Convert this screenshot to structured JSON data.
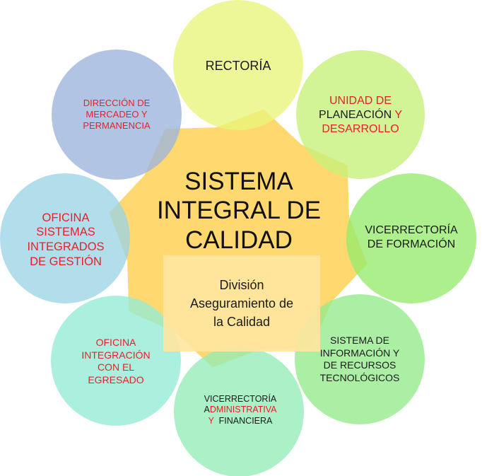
{
  "center": {
    "title_lines": [
      "SISTEMA",
      "INTEGRAL DE",
      "CALIDAD"
    ],
    "fill": "#ffd870"
  },
  "division": {
    "lines": [
      "División",
      "Aseguramiento de",
      "la Calidad"
    ],
    "fill": "#ffe6a0"
  },
  "petals": [
    {
      "id": "rectoria",
      "fill": "#e9f57a",
      "lines": [
        [
          {
            "t": "RECTORÍA",
            "c": "blk"
          }
        ]
      ]
    },
    {
      "id": "planeacion",
      "fill": "#c6f07a",
      "lines": [
        [
          {
            "t": "UNIDAD DE",
            "c": "red"
          }
        ],
        [
          {
            "t": "PLANEACIÓN ",
            "c": "blk"
          },
          {
            "t": "Y",
            "c": "red"
          }
        ],
        [
          {
            "t": "DESARROLLO",
            "c": "red"
          }
        ]
      ]
    },
    {
      "id": "formacion",
      "fill": "#96ea6c",
      "lines": [
        [
          {
            "t": "VICERRECTORÍA",
            "c": "blk"
          }
        ],
        [
          {
            "t": "DE FORMACIÓN",
            "c": "blk"
          }
        ]
      ]
    },
    {
      "id": "sistema-informacion",
      "fill": "#93ea8c",
      "lines": [
        [
          {
            "t": "SISTEMA DE",
            "c": "blk"
          }
        ],
        [
          {
            "t": "INFORMACIÓN Y",
            "c": "blk"
          }
        ],
        [
          {
            "t": "DE RECURSOS",
            "c": "blk"
          }
        ],
        [
          {
            "t": "TECNOLÓGICOS",
            "c": "blk"
          }
        ]
      ]
    },
    {
      "id": "administrativa",
      "fill": "#94ecb6",
      "lines": [
        [
          {
            "t": "VICERRECTORÍA",
            "c": "blk"
          }
        ],
        [
          {
            "t": "A",
            "c": "blk"
          },
          {
            "t": "DMINISTRATIVA",
            "c": "red"
          }
        ],
        [
          {
            "t": "Y  ",
            "c": "red"
          },
          {
            "t": "FINANCIERA",
            "c": "blk"
          }
        ]
      ]
    },
    {
      "id": "egresado",
      "fill": "#93ead6",
      "lines": [
        [
          {
            "t": "OFICINA",
            "c": "red"
          }
        ],
        [
          {
            "t": "INTEGRACIÓN",
            "c": "red"
          }
        ],
        [
          {
            "t": "CON EL",
            "c": "red"
          }
        ],
        [
          {
            "t": "EGRESADO",
            "c": "red"
          }
        ]
      ]
    },
    {
      "id": "sistemas-integrados",
      "fill": "#9cd3e6",
      "lines": [
        [
          {
            "t": "OFICINA",
            "c": "red"
          }
        ],
        [
          {
            "t": "SISTEMAS",
            "c": "red"
          }
        ],
        [
          {
            "t": "INTEGRADOS",
            "c": "red"
          }
        ],
        [
          {
            "t": "DE GESTIÓN",
            "c": "red"
          }
        ]
      ]
    },
    {
      "id": "mercadeo",
      "fill": "#9cb3dc",
      "lines": [
        [
          {
            "t": "DIRECCIÓN DE",
            "c": "red"
          }
        ],
        [
          {
            "t": "MERCADEO Y",
            "c": "red"
          }
        ],
        [
          {
            "t": "PERMANENCIA",
            "c": "red"
          }
        ]
      ]
    }
  ]
}
